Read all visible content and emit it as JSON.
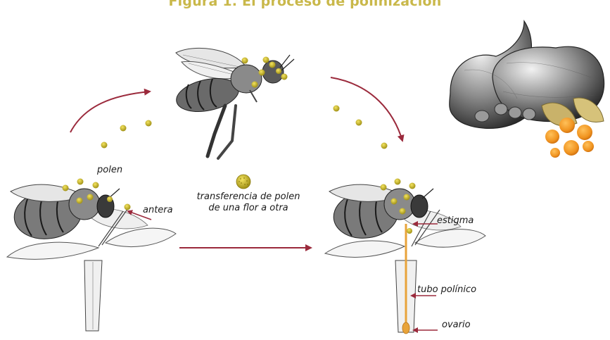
{
  "title": "Figura 1. El proceso de polinización",
  "labels": {
    "polen": "polen",
    "antera": "antera",
    "transferencia_line1": "transferencia de polen",
    "transferencia_line2": "de una flor a otra",
    "estigma": "estigma",
    "tubo_polinico": "tubo polínico",
    "ovario": "ovario"
  },
  "colors": {
    "title": "#c9b84a",
    "arrow": "#9b2a3c",
    "pollen": "#c6b21e",
    "pollen_tube": "#e8a33a",
    "fruit": "#f0931f"
  },
  "icons": [
    "bee-icon",
    "flower-icon",
    "pollen-grain-icon",
    "fruit-icon",
    "physalis-icon"
  ]
}
